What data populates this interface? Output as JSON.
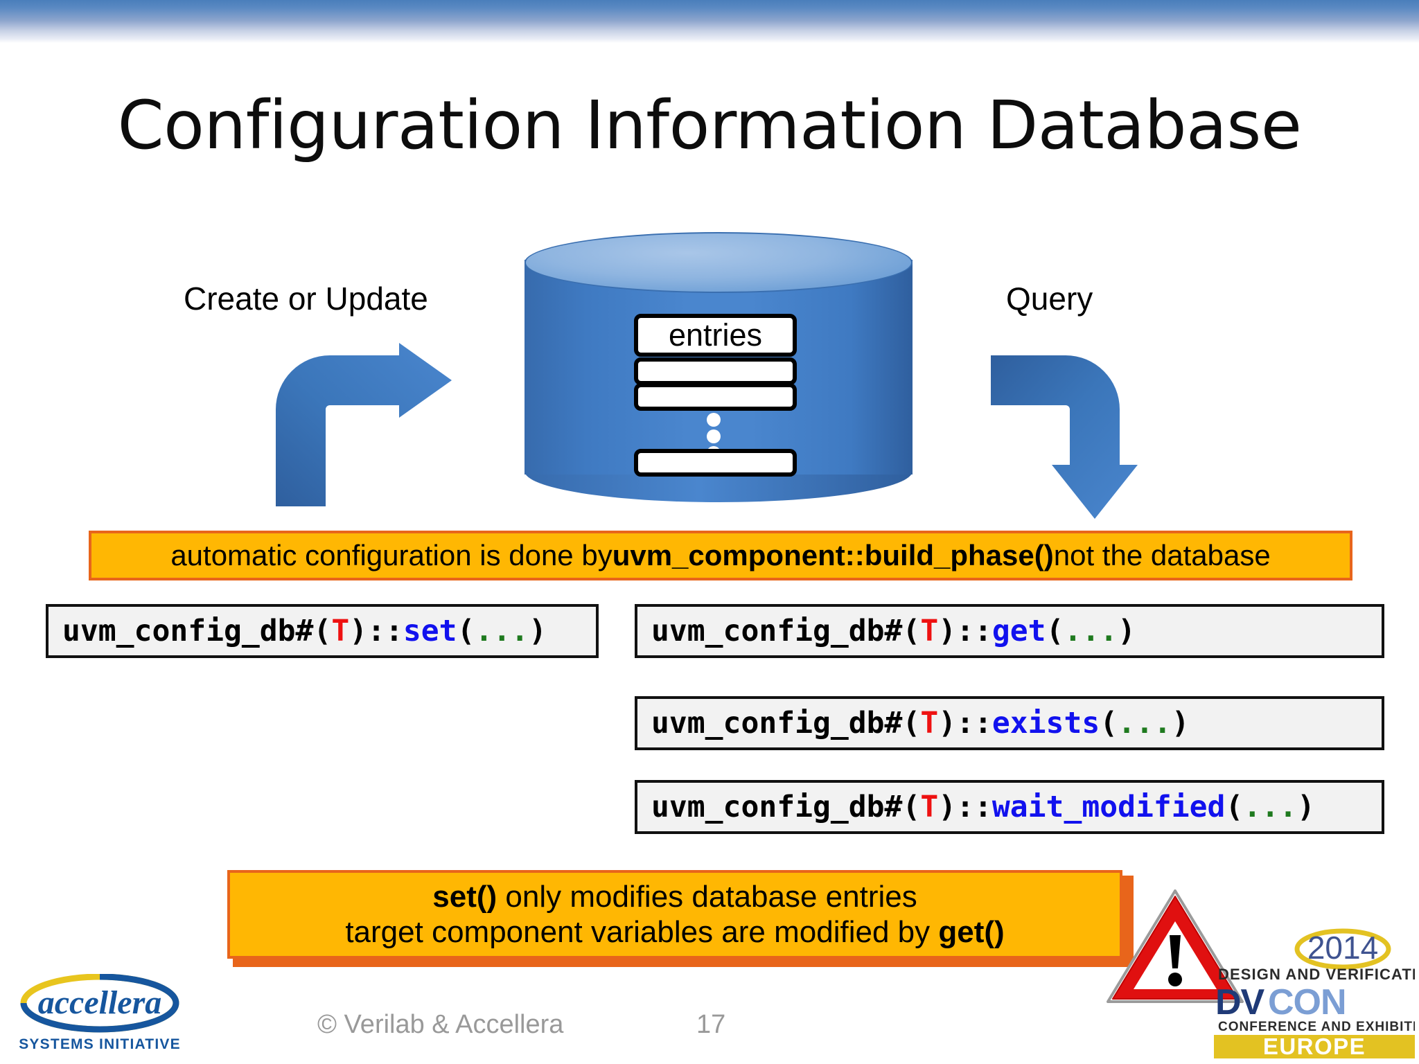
{
  "slide": {
    "title": "Configuration Information Database",
    "page_number": "17",
    "copyright": "© Verilab & Accellera"
  },
  "diagram": {
    "left_label": "Create or Update",
    "right_label": "Query",
    "left_arrow_icon": "curved-right-arrow-icon",
    "right_arrow_icon": "curved-down-arrow-icon",
    "database": {
      "icon": "database-cylinder-icon",
      "entry_label": "entries",
      "ellipsis_icon": "vertical-ellipsis-icon",
      "cylinder_color": "#4a86ce",
      "cylinder_top_color": "#8fb5e0"
    }
  },
  "note_banner": {
    "prefix": "automatic configuration is done by ",
    "emphasis": "uvm_component::build_phase()",
    "suffix": " not the database",
    "bg_color": "#ffb703",
    "border_color": "#e8651b"
  },
  "code_boxes": [
    {
      "name": "set",
      "prefix": "uvm_config_db#(",
      "type_param": "T",
      "scope": ")::",
      "method": "set",
      "open": "(",
      "args": "...",
      "close": ")"
    },
    {
      "name": "get",
      "prefix": "uvm_config_db#(",
      "type_param": "T",
      "scope": ")::",
      "method": "get",
      "open": "(",
      "args": "...",
      "close": ")"
    },
    {
      "name": "exists",
      "prefix": "uvm_config_db#(",
      "type_param": "T",
      "scope": ")::",
      "method": "exists",
      "open": "(",
      "args": "...",
      "close": ")"
    },
    {
      "name": "wait_modified",
      "prefix": "uvm_config_db#(",
      "type_param": "T",
      "scope": ")::",
      "method": "wait_modified",
      "open": "(",
      "args": "...",
      "close": ")"
    }
  ],
  "code_colors": {
    "type_param": "#ee1111",
    "method": "#1111ee",
    "args": "#1f7a1f",
    "background": "#f2f2f2",
    "border": "#111111"
  },
  "warning_box": {
    "line1_bold": "set()",
    "line1_rest": " only modifies database entries",
    "line2_pre": "target component variables are modified by ",
    "line2_bold": "get()",
    "icon": "warning-triangle-icon",
    "bg_color": "#ffb703",
    "border_color": "#e8651b"
  },
  "logos": {
    "accellera": {
      "wordmark": "accellera",
      "tagline": "SYSTEMS INITIATIVE",
      "blue": "#16569e",
      "yellow": "#e8c51e"
    },
    "dvcon": {
      "year": "2014",
      "line_top": "DESIGN AND VERIFICATION",
      "wordmark_dark": "DV",
      "wordmark_light": "CON",
      "line_bottom": "CONFERENCE AND EXHIBITION",
      "region": "EUROPE",
      "navy": "#1f3a77",
      "light_blue": "#7b9ed4",
      "yellow": "#e3c222"
    }
  }
}
